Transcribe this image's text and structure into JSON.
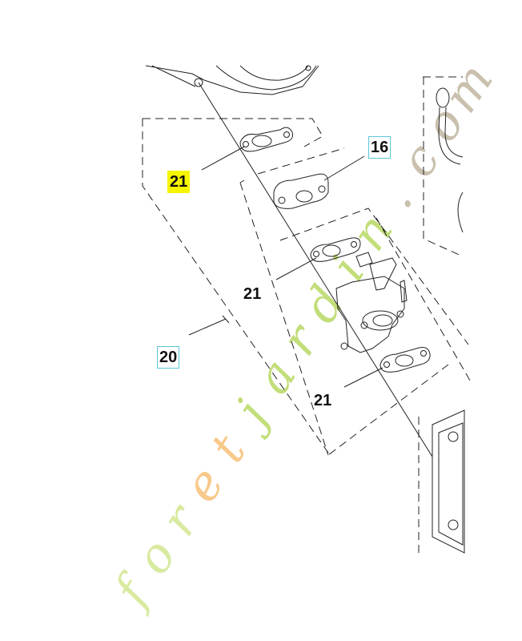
{
  "diagram": {
    "callouts": [
      {
        "id": "21",
        "style": "highlighted",
        "highlight_color": "#f5f500"
      },
      {
        "id": "16",
        "style": "boxed",
        "box_color": "#5bc8d8"
      },
      {
        "id": "21",
        "style": "plain"
      },
      {
        "id": "20",
        "style": "boxed",
        "box_color": "#5bc8d8"
      },
      {
        "id": "21",
        "style": "plain"
      }
    ],
    "parts": [
      "gasket",
      "spacer",
      "gasket",
      "carburetor",
      "gasket"
    ]
  },
  "watermark": {
    "text_parts": [
      "for",
      "et",
      "jardin",
      ".com"
    ],
    "colors": [
      "#d8eaa0",
      "#f7c98a",
      "#c2de7a",
      "#c9c0ae"
    ]
  }
}
